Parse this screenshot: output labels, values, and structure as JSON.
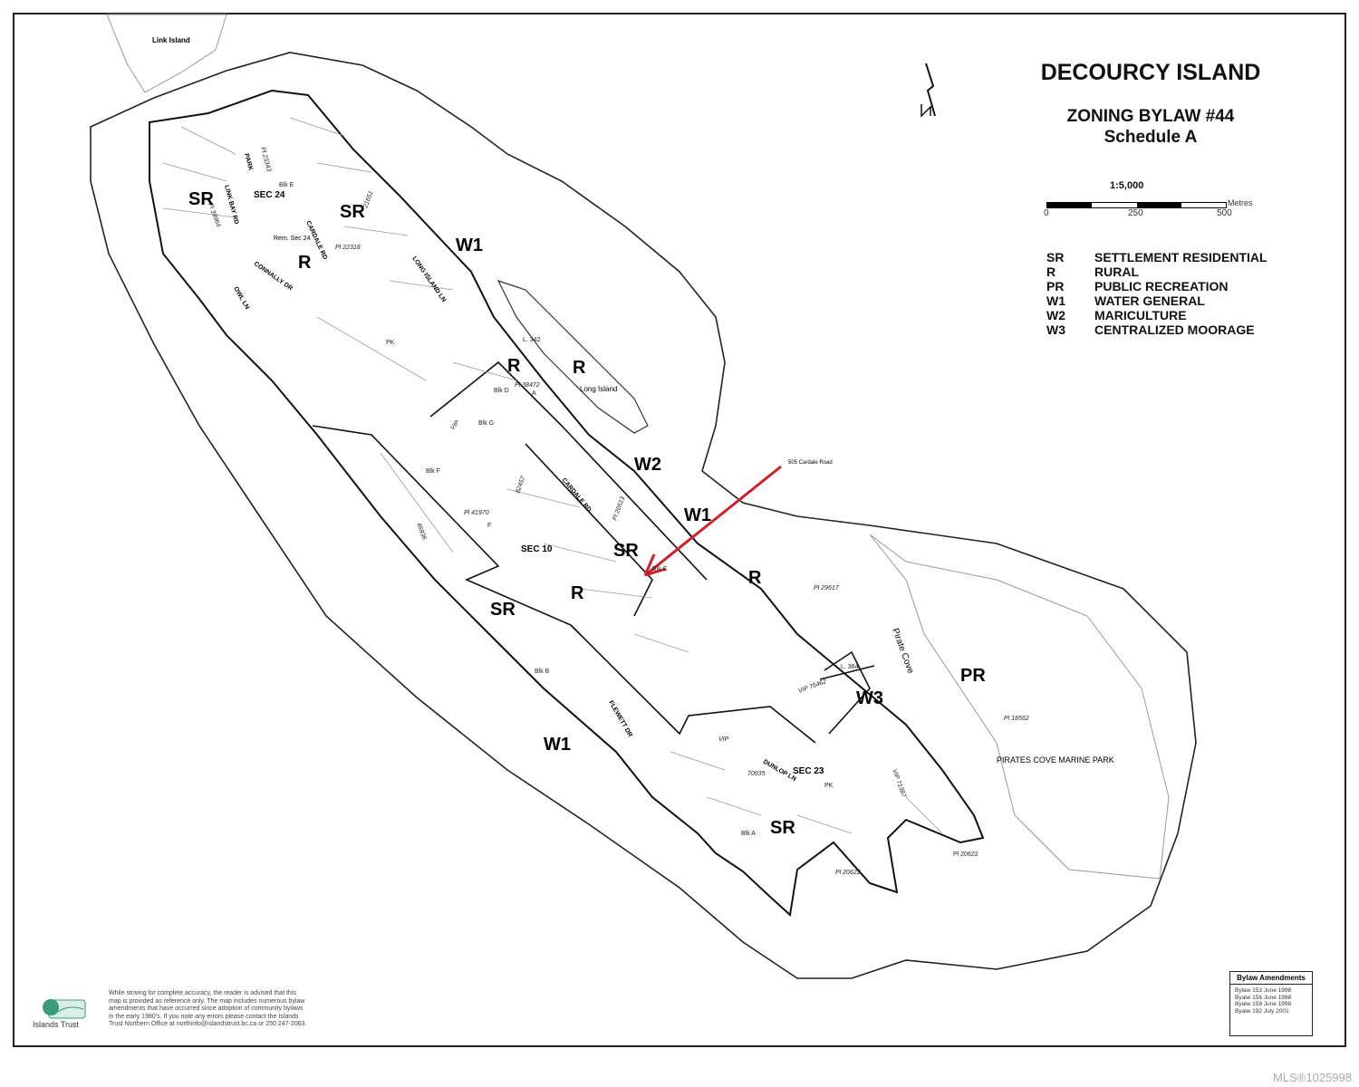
{
  "header": {
    "title": "DECOURCY ISLAND",
    "subtitle_line1": "ZONING BYLAW #44",
    "subtitle_line2": "Schedule A"
  },
  "scale": {
    "ratio": "1:5,000",
    "ticks": [
      "0",
      "250",
      "500"
    ],
    "units": "Metres"
  },
  "legend": [
    {
      "code": "SR",
      "label": "SETTLEMENT RESIDENTIAL"
    },
    {
      "code": "R",
      "label": "RURAL"
    },
    {
      "code": "PR",
      "label": "PUBLIC RECREATION"
    },
    {
      "code": "W1",
      "label": "WATER GENERAL"
    },
    {
      "code": "W2",
      "label": "MARICULTURE"
    },
    {
      "code": "W3",
      "label": "CENTRALIZED MOORAGE"
    }
  ],
  "map": {
    "link_island": "Link Island",
    "long_island": "Long Island",
    "pirate_cove": "Pirate Cove",
    "park_name": "PIRATES COVE MARINE PARK",
    "annotation": "505 Cardale Road",
    "zones": {
      "sr": "SR",
      "r": "R",
      "pr": "PR",
      "w1": "W1",
      "w2": "W2",
      "w3": "W3"
    },
    "sections": {
      "sec24": "SEC 24",
      "sec10": "SEC 10",
      "sec23": "SEC 23",
      "rem": "Rem. Sec 24"
    },
    "roads": {
      "link_bay": "LINK BAY RD",
      "cardale": "CARDALE RD",
      "long_island_ln": "LONG ISLAND LN",
      "connally": "CONNALLY DR",
      "owl": "OWL LN",
      "flewett": "FLEWETT DR",
      "dunlop": "DUNLOP LN",
      "park": "PARK"
    },
    "plans": {
      "p39964": "Pl 39964",
      "p23343": "Pl 23343",
      "p22318": "Pl 22318",
      "p21651": "21651",
      "p38472": "Pl 38472",
      "p82457": "82457",
      "p41970": "Pl 41970",
      "p46936": "46936",
      "p20513": "Pl 20513",
      "p29617": "Pl 29617",
      "vip76462": "VIP 76462",
      "p18562": "Pl 18562",
      "p70935": "70935",
      "vip71387": "VIP 71387",
      "p20622": "Pl 20622",
      "l342": "L. 342",
      "l364": "L. 364",
      "vip": "VIP",
      "pk": "PK"
    },
    "blocks": {
      "blke": "Blk E",
      "blkd": "Blk D",
      "blkg": "Blk G",
      "blkf": "Blk F",
      "blkc": "Blk C",
      "blkb": "Blk B",
      "blka": "Blk A",
      "f": "F",
      "a": "A"
    }
  },
  "disclaimer": "While striving for complete accuracy, the reader is advised that this map is provided as reference only. The map includes numerous bylaw amendments that have occurred since adoption of community bylaws in the early 1980's. If you note any errors please contact the Islands Trust Northern Office at northinfo@islandstrust.bc.ca or 250 247-2063.",
  "logo_text": "Islands Trust",
  "amendments": {
    "title": "Bylaw Amendments",
    "items": [
      "Bylaw 153  June 1998",
      "Byalw 156  June 1998",
      "Byalw 159  June 1998",
      "Byalw 192  July 2001"
    ]
  },
  "watermark": "MLS®1025998",
  "colors": {
    "arrow": "#d0202a",
    "line": "#1a1a1a",
    "parcel": "#888888"
  }
}
